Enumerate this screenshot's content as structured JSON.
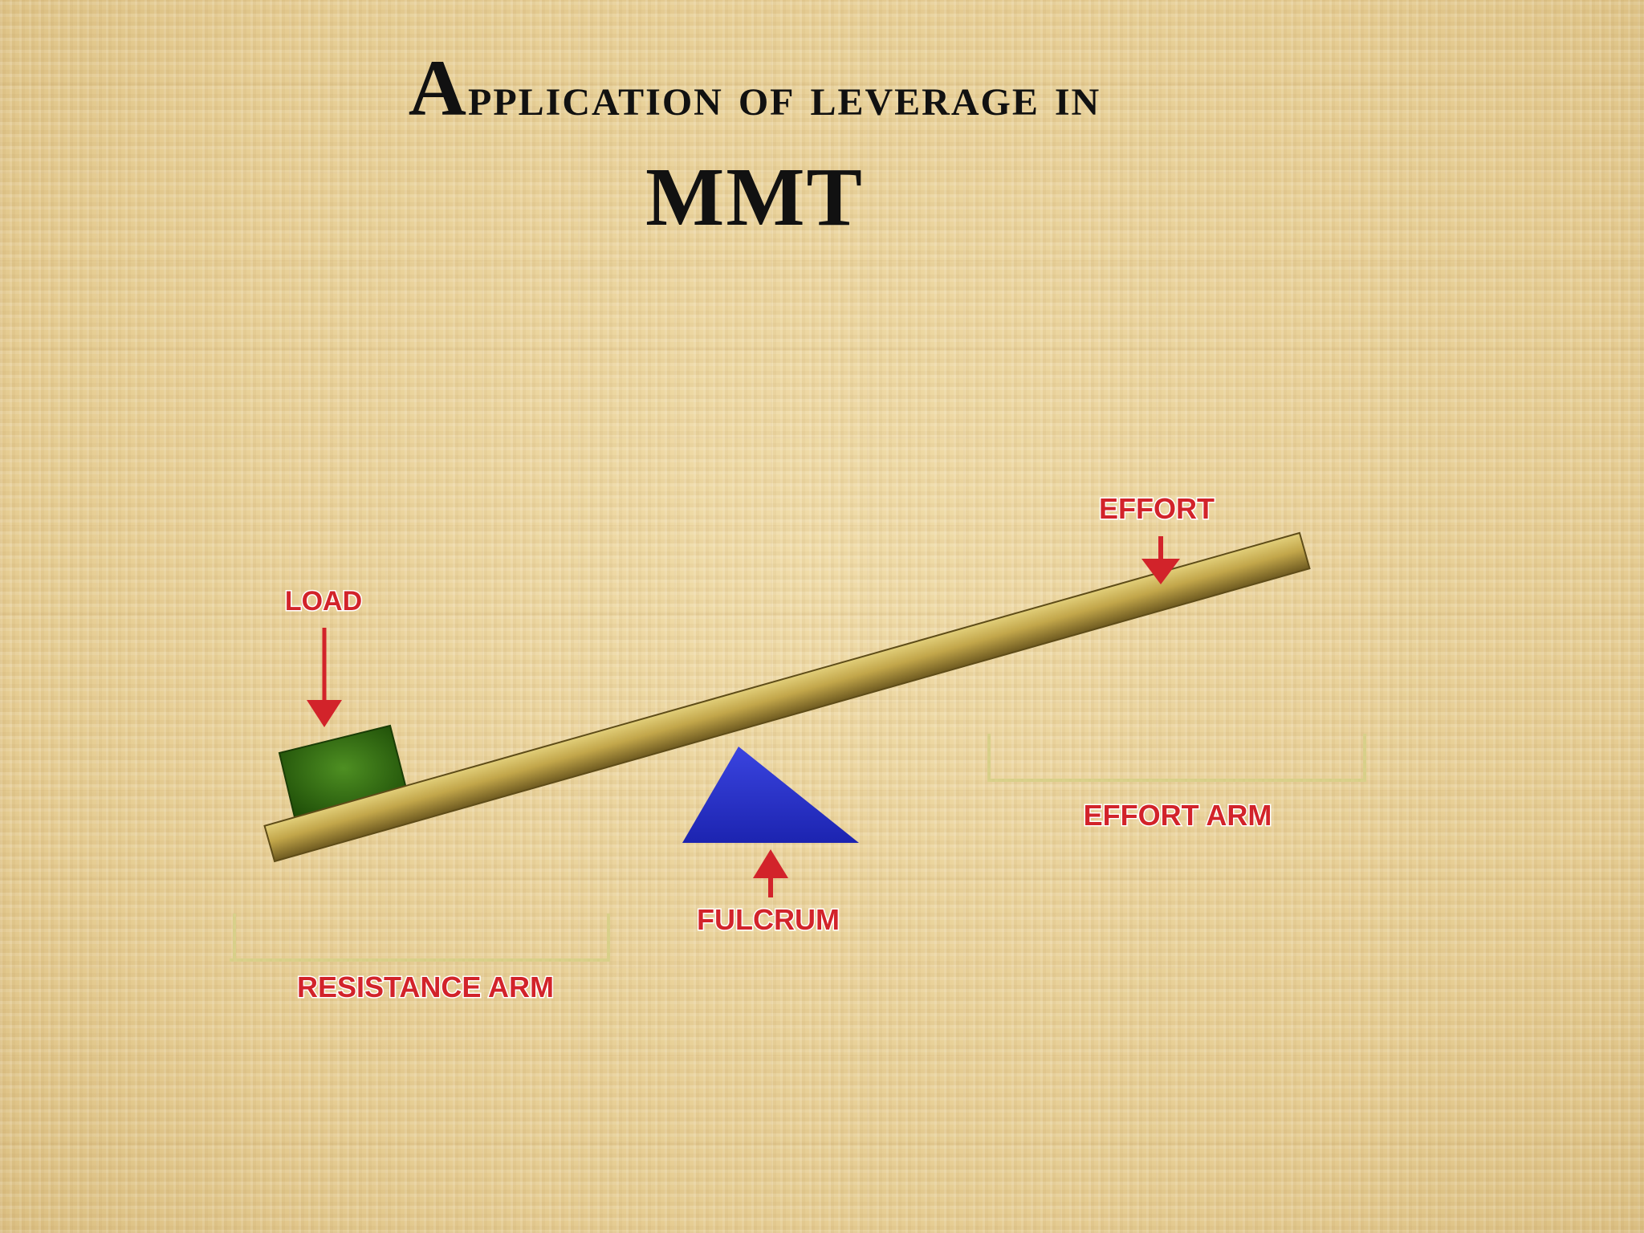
{
  "slide": {
    "title_line1_initial": "A",
    "title_line1_rest": "pplication of leverage in",
    "title_line2": "MMT"
  },
  "diagram": {
    "labels": {
      "effort": "EFFORT",
      "load": "LOAD",
      "effort_arm": "EFFORT ARM",
      "fulcrum": "FULCRUM",
      "resistance_arm": "RESISTANCE ARM"
    }
  },
  "colors": {
    "label_red": "#d2232a",
    "lever": "#c2a64a",
    "load_box": "#2e6b10",
    "fulcrum": "#2630c8",
    "arm_bracket": "#d8d08a"
  }
}
